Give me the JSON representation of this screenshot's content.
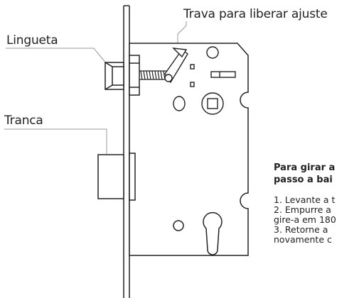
{
  "labels": {
    "trava": "Trava para liberar ajuste",
    "lingueta": "Lingueta",
    "tranca": "Tranca"
  },
  "instructions": {
    "title_lines": [
      "Para girar a",
      "passo a bai"
    ],
    "steps": [
      "1. Levante a t",
      "2. Empurre a",
      "gire-a em 180",
      "3. Retorne a",
      "novamente c"
    ]
  },
  "colors": {
    "line": "#222222",
    "leader": "#999999",
    "text": "#222222"
  }
}
